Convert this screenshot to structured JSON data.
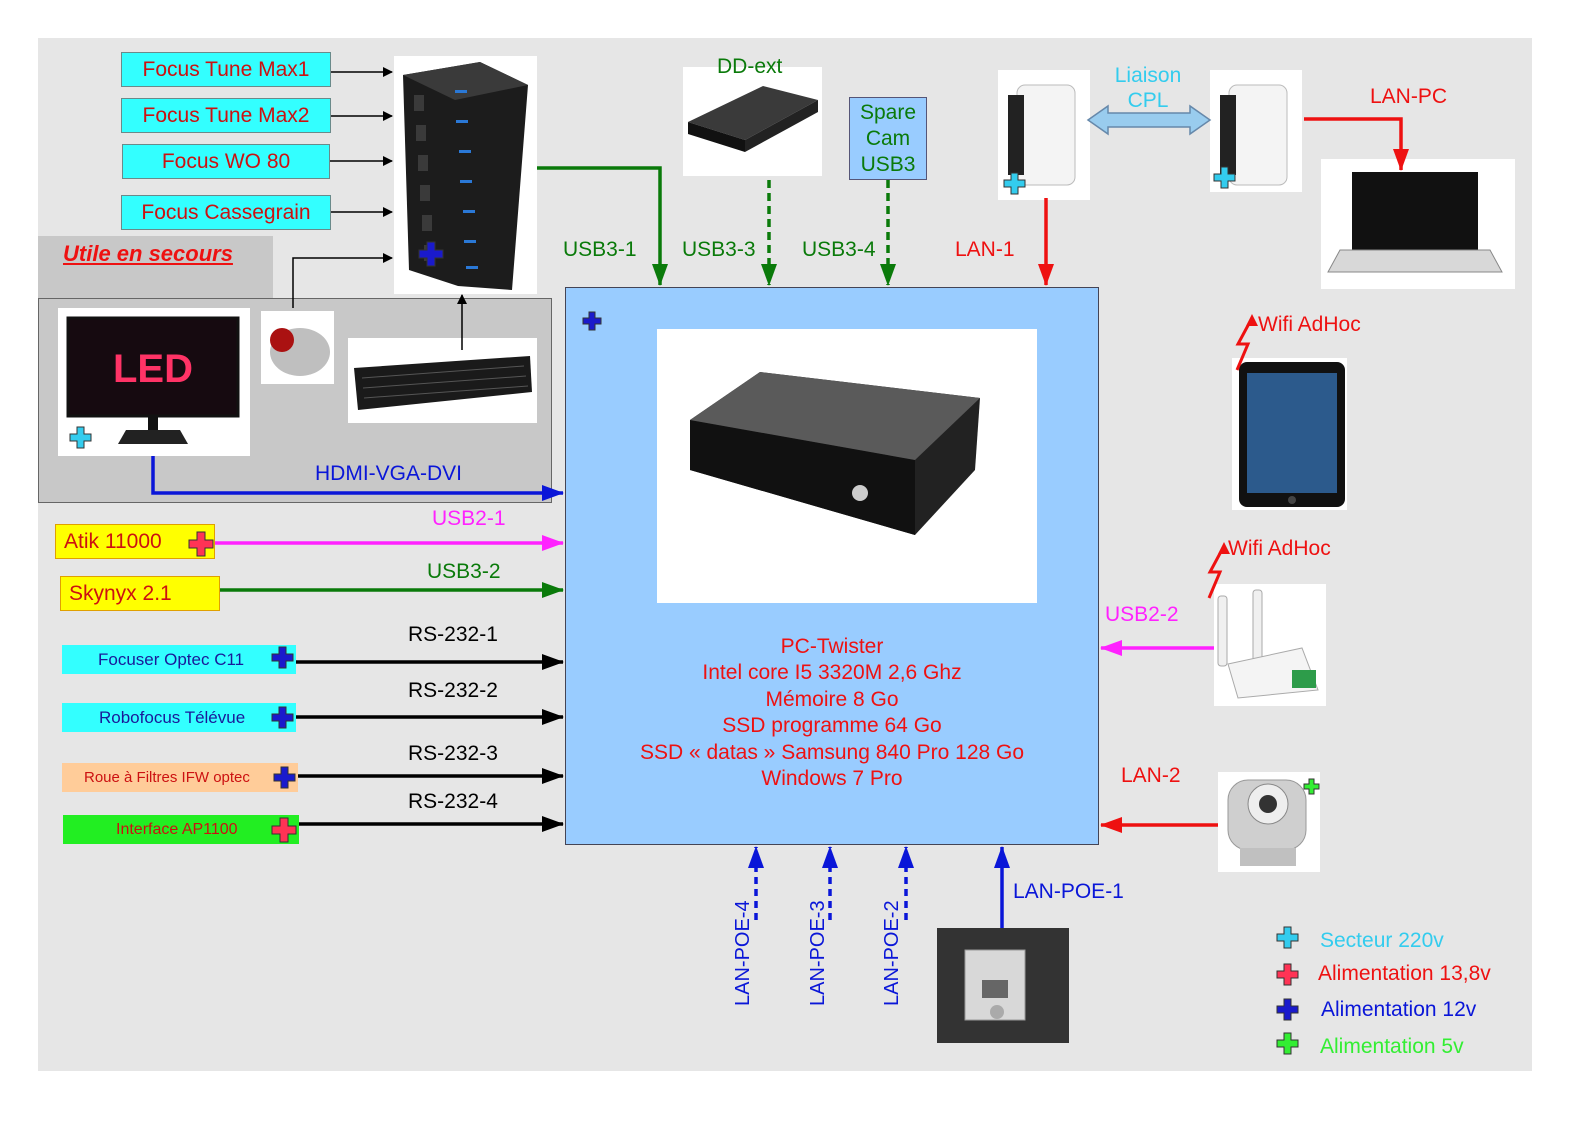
{
  "devices_left": {
    "focus1": "Focus Tune Max1",
    "focus2": "Focus Tune Max2",
    "focus_wo": "Focus WO 80",
    "focus_cass": "Focus Cassegrain",
    "secours": "Utile en secours",
    "atik": "Atik 11000",
    "skynyx": "Skynyx 2.1",
    "focuser_optec": "Focuser Optec C11",
    "robofocus": "Robofocus Télévue",
    "roue": "Roue à Filtres IFW optec",
    "interface": "Interface AP1100"
  },
  "top_devices": {
    "dd_ext": "DD-ext",
    "spare_cam_lines": [
      "Spare",
      "Cam",
      "USB3"
    ],
    "liaison_lines": [
      "Liaison",
      "CPL"
    ],
    "lan_pc": "LAN-PC"
  },
  "monitor_logo": "LED",
  "links": {
    "usb3_1": "USB3-1",
    "usb3_3": "USB3-3",
    "usb3_4": "USB3-4",
    "lan_1": "LAN-1",
    "hdmi": "HDMI-VGA-DVI",
    "usb2_1": "USB2-1",
    "usb3_2": "USB3-2",
    "rs232_1": "RS-232-1",
    "rs232_2": "RS-232-2",
    "rs232_3": "RS-232-3",
    "rs232_4": "RS-232-4",
    "usb2_2": "USB2-2",
    "lan_2": "LAN-2",
    "lan_poe_1": "LAN-POE-1",
    "lan_poe_2": "LAN-POE-2",
    "lan_poe_3": "LAN-POE-3",
    "lan_poe_4": "LAN-POE-4"
  },
  "wifi": {
    "wifi_1": "Wifi AdHoc",
    "wifi_2": "Wifi AdHoc"
  },
  "pc": {
    "lines": [
      "PC-Twister",
      "Intel core I5 3320M 2,6 Ghz",
      "Mémoire 8 Go",
      "SSD programme 64 Go",
      "SSD « datas » Samsung 840 Pro 128 Go",
      "Windows 7 Pro"
    ]
  },
  "legend": {
    "items": [
      {
        "label": "Secteur 220v",
        "color": "#33ccee"
      },
      {
        "label": "Alimentation 13,8v",
        "color": "#ff3355"
      },
      {
        "label": "Alimentation 12v",
        "color": "#1a1acc"
      },
      {
        "label": "Alimentation 5v",
        "color": "#33ee33"
      }
    ]
  },
  "colors": {
    "usb3": "#0a7a0a",
    "lan": "#ee1111",
    "usb2": "#ff22ff",
    "hdmi_poe": "#0a16d8",
    "rs232": "#000000",
    "pc_box": "#99ccff",
    "cyan_box": "#33ffff"
  }
}
